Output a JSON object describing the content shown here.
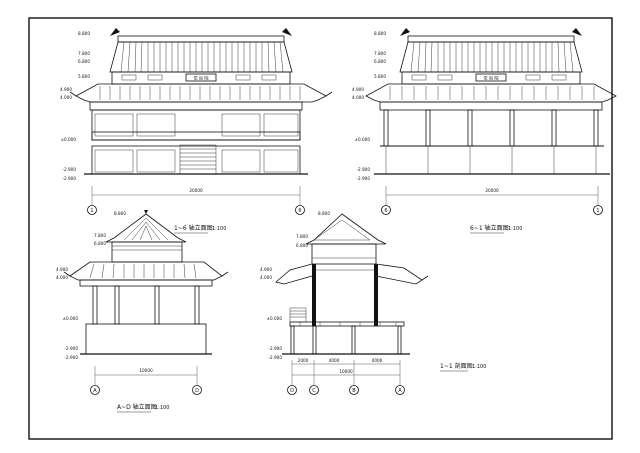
{
  "drawings": {
    "front": {
      "title": "1~6 轴立面图",
      "scale": "1:100",
      "axis_left": "1",
      "axis_right": "6",
      "overall_dim": "20000",
      "plaque": "觉 尚 院",
      "levels": [
        "8.800",
        "7.800",
        "6.800",
        "5.800",
        "4.900",
        "4.000",
        "±0.000",
        "-2.900",
        "-2.900"
      ]
    },
    "rear": {
      "title": "6~1 轴立面图",
      "scale": "1:100",
      "axis_left": "6",
      "axis_right": "1",
      "overall_dim": "20000",
      "plaque": "觉 尚 院",
      "levels": [
        "8.800",
        "7.800",
        "6.800",
        "5.800",
        "4.900",
        "4.000",
        "±0.000",
        "-2.900",
        "-2.900"
      ]
    },
    "side": {
      "title": "A~D 轴立面图",
      "scale": "1:100",
      "axis_left": "A",
      "axis_right": "D",
      "overall_dim": "10000",
      "levels": [
        "8.800",
        "7.800",
        "6.800",
        "4.900",
        "4.000",
        "±0.000",
        "-2.900",
        "-2.900"
      ]
    },
    "section": {
      "title": "1~1 剖面图",
      "scale": "1:100",
      "axes": [
        "D",
        "C",
        "B",
        "A"
      ],
      "dims": [
        "2000",
        "4000",
        "4000"
      ],
      "overall_dim": "10000",
      "levels": [
        "8.800",
        "7.800",
        "6.800",
        "4.900",
        "4.000",
        "±0.000",
        "-2.900",
        "-2.900"
      ]
    }
  }
}
